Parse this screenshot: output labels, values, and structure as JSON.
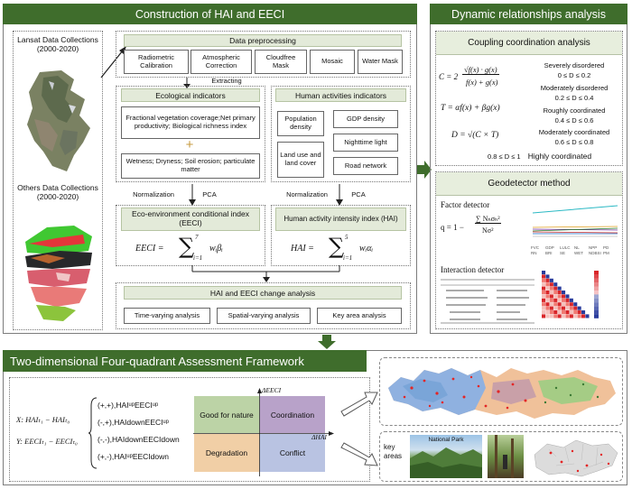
{
  "headers": {
    "left": "Construction of HAI and EECI",
    "right": "Dynamic relationships analysis",
    "bottom": "Two-dimensional Four-quadrant Assessment Framework"
  },
  "sources": {
    "landsat": "Lansat Data Collections (2000-2020)",
    "others": "Others Data Collections (2000-2020)"
  },
  "preprocessing": {
    "title": "Data preprocessing",
    "steps": [
      "Radiometric Calibration",
      "Atmospheric Correction",
      "Cloudfree Mask",
      "Mosaic",
      "Water Mask"
    ],
    "extracting": "Extracting"
  },
  "ecological": {
    "title": "Ecological indicators",
    "item1": "Fractional vegetation coverage;Net primary productivity; Biological richness index",
    "plus": "+",
    "item2": "Wetness; Dryness; Soil erosion; particulate matter"
  },
  "human": {
    "title": "Human activities indicators",
    "items": [
      "Population density",
      "GDP density",
      "Land use and land cover",
      "Nighttime light",
      "Road network"
    ]
  },
  "steps": {
    "normalization": "Normalization",
    "pca": "PCA"
  },
  "eeci": {
    "title": "Eco-environment conditional index (EECI)",
    "lhs": "EECI =",
    "sum_top": "7",
    "sum_bottom": "i=1",
    "term": "wᵢβᵢ"
  },
  "hai": {
    "title": "Human activity intensity index (HAI)",
    "lhs": "HAI =",
    "sum_top": "5",
    "sum_bottom": "i=1",
    "term": "wᵢαᵢ"
  },
  "change": {
    "title": "HAI and EECI change analysis",
    "items": [
      "Time-varying analysis",
      "Spatial-varying analysis",
      "Key area analysis"
    ]
  },
  "coupling": {
    "title": "Coupling coordination analysis",
    "formula_c": "C = 2√(f(x)·g(x)) / (f(x) + g(x))",
    "formula_t": "T = αf(x) + βg(x)",
    "formula_d": "D = √(C × T)",
    "levels": [
      {
        "name": "Severely disordered",
        "range": "0 ≤ D ≤ 0.2"
      },
      {
        "name": "Moderately disordered",
        "range": "0.2 ≤ D ≤ 0.4"
      },
      {
        "name": "Roughly coordinated",
        "range": "0.4 ≤ D ≤ 0.6"
      },
      {
        "name": "Moderately coordinated",
        "range": "0.6 ≤ D ≤ 0.8"
      }
    ],
    "last_level": {
      "range": "0.8 ≤ D ≤ 1",
      "name": "Highly coordinated"
    }
  },
  "geodetector": {
    "title": "Geodetector method",
    "factor": "Factor detector",
    "formula": "q = 1 − Σ Nₕσₕ² / Nσ²",
    "interaction": "Interaction detector",
    "legend": [
      "FVC",
      "GDP",
      "LULC",
      "NL",
      "NPP",
      "PD",
      "RN",
      "BRI",
      "SE",
      "WET",
      "NDBSI",
      "PM"
    ]
  },
  "framework": {
    "x_def": "X: HAIₜ₁ − HAIₜ₀",
    "y_def": "Y: EECIₜ₁ − EECIₜ₀",
    "cases": [
      {
        "sign": "(+,+),",
        "text": "HAIᵘᵖEECIᵘᵖ"
      },
      {
        "sign": "(-,+),",
        "text": "HAIdownEECIᵘᵖ"
      },
      {
        "sign": "(-,-),",
        "text": "HAIdownEECIdown"
      },
      {
        "sign": "(+,-),",
        "text": "HAIᵘᵖEECIdown"
      }
    ],
    "y_axis": "ΔEECI",
    "x_axis": "ΔHAI",
    "quadrants": [
      "Good for nature",
      "Coordination",
      "Degradation",
      "Conflict"
    ],
    "key_areas": "key areas",
    "national_park": "National Park"
  },
  "colors": {
    "header": "#3f6d2c",
    "good": "#bcd3a6",
    "coordination": "#b8a2c9",
    "degradation": "#f1cfa6",
    "conflict": "#b9c3e2"
  }
}
